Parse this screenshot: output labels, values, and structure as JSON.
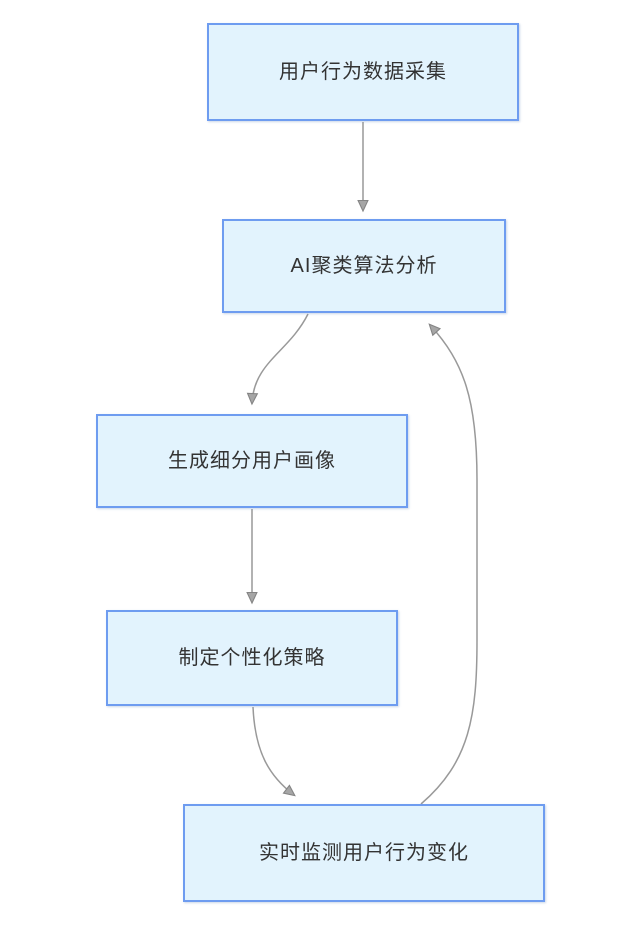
{
  "diagram": {
    "type": "flowchart",
    "orientation": "vertical",
    "background_color": "#ffffff",
    "node_fill_color": "#e2f3fd",
    "node_border_color": "#6e9cf0",
    "edge_color": "#999999",
    "text_color": "#333333",
    "nodes": [
      {
        "id": "collect",
        "label": "用户行为数据采集"
      },
      {
        "id": "analyze",
        "label": "AI聚类算法分析"
      },
      {
        "id": "profile",
        "label": "生成细分用户画像"
      },
      {
        "id": "strategy",
        "label": "制定个性化策略"
      },
      {
        "id": "monitor",
        "label": "实时监测用户行为变化"
      }
    ],
    "edges": [
      {
        "from": "用户行为数据采集",
        "to": "AI聚类算法分析",
        "style": "straight-down"
      },
      {
        "from": "AI聚类算法分析",
        "to": "生成细分用户画像",
        "style": "curve-left-down"
      },
      {
        "from": "生成细分用户画像",
        "to": "制定个性化策略",
        "style": "straight-down"
      },
      {
        "from": "制定个性化策略",
        "to": "实时监测用户行为变化",
        "style": "curve-right-down"
      },
      {
        "from": "实时监测用户行为变化",
        "to": "AI聚类算法分析",
        "style": "feedback-loop-right-up"
      }
    ]
  }
}
